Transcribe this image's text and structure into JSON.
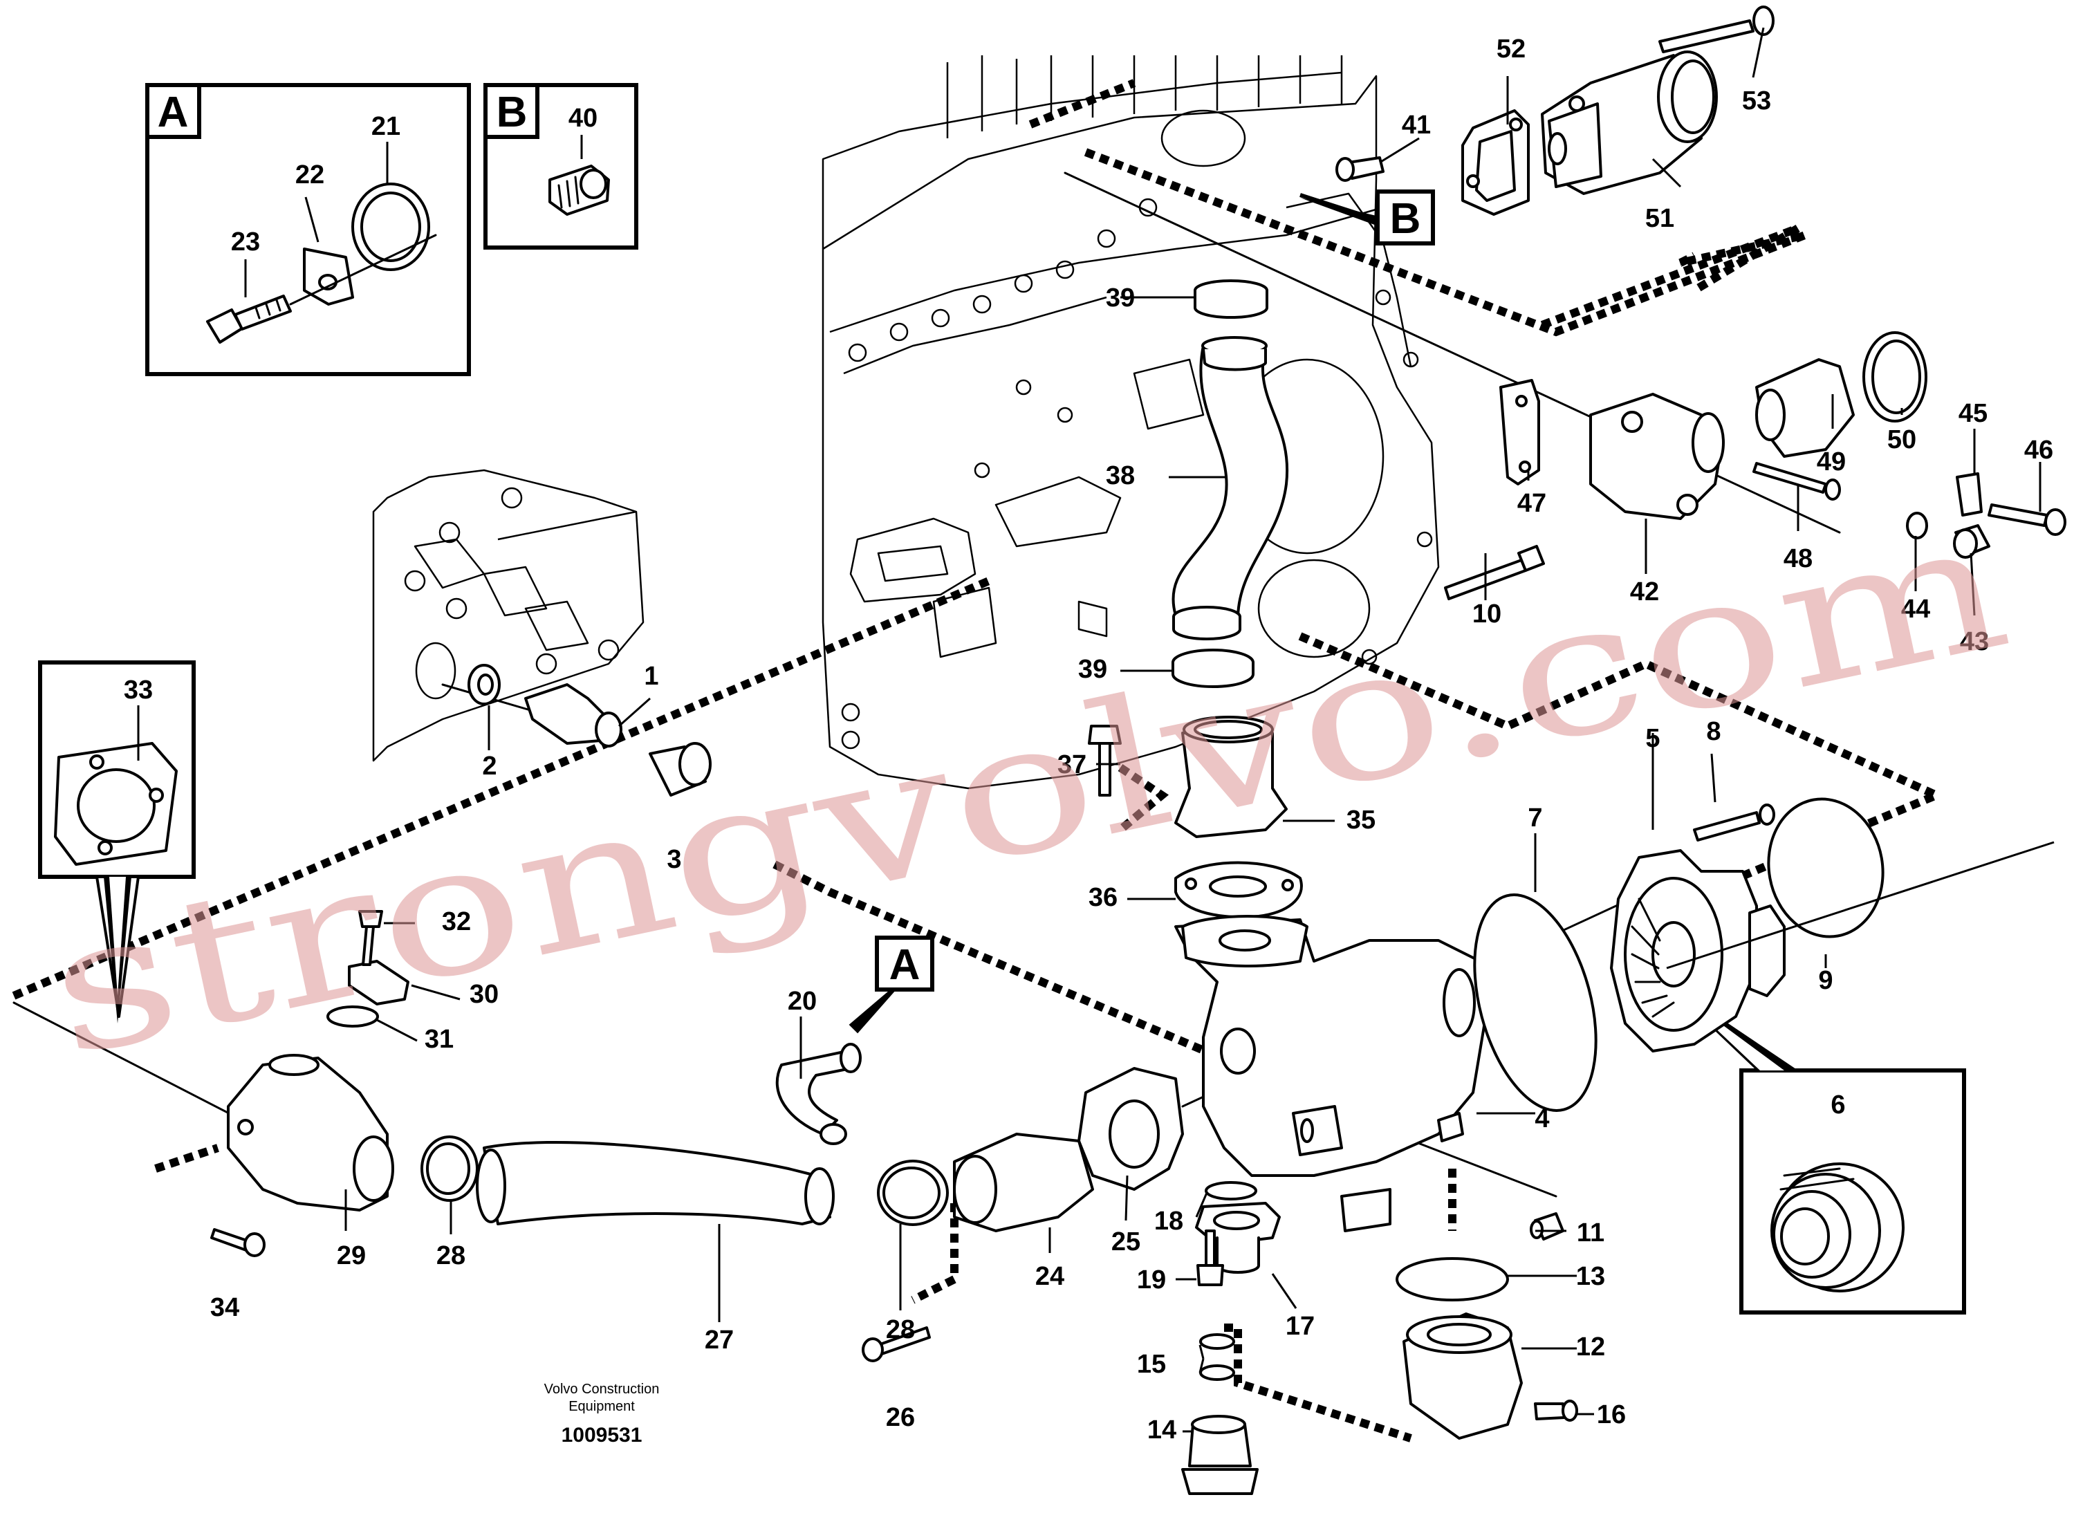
{
  "diagram": {
    "detail_boxes": {
      "A": {
        "letter": "A"
      },
      "B": {
        "letter": "B"
      }
    },
    "reference_tags": {
      "A": "A",
      "B": "B"
    },
    "part_labels": {
      "p1": "1",
      "p2": "2",
      "p3": "3",
      "p4": "4",
      "p5": "5",
      "p6": "6",
      "p7": "7",
      "p8": "8",
      "p9": "9",
      "p10": "10",
      "p11": "11",
      "p12": "12",
      "p13": "13",
      "p14": "14",
      "p15": "15",
      "p16": "16",
      "p17": "17",
      "p18": "18",
      "p19": "19",
      "p20": "20",
      "p21": "21",
      "p22": "22",
      "p23": "23",
      "p24": "24",
      "p25": "25",
      "p26": "26",
      "p27": "27",
      "p28a": "28",
      "p28b": "28",
      "p29": "29",
      "p30": "30",
      "p31": "31",
      "p32": "32",
      "p33": "33",
      "p34": "34",
      "p35": "35",
      "p36": "36",
      "p37": "37",
      "p38": "38",
      "p39a": "39",
      "p39b": "39",
      "p40": "40",
      "p41": "41",
      "p42": "42",
      "p43": "43",
      "p44": "44",
      "p45": "45",
      "p46": "46",
      "p47": "47",
      "p48": "48",
      "p49": "49",
      "p50": "50",
      "p51": "51",
      "p52": "52",
      "p53": "53"
    },
    "footer": {
      "company_line1": "Volvo Construction",
      "company_line2": "Equipment",
      "drawing_number": "1009531"
    },
    "watermark": "strongvolvo.com"
  }
}
